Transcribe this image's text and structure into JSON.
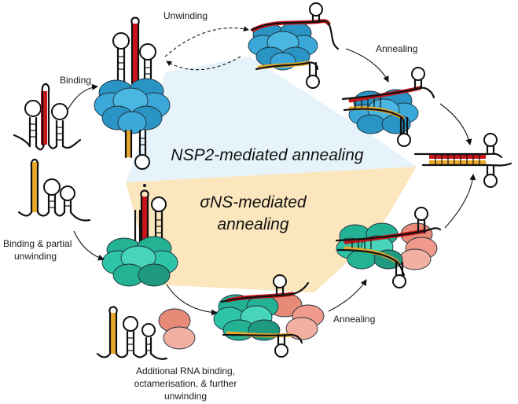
{
  "labels": {
    "unwinding": "Unwinding",
    "annealing_top": "Annealing",
    "binding": "Binding",
    "binding_partial_line1": "Binding & partial",
    "binding_partial_line2": "unwinding",
    "annealing_bottom": "Annealing",
    "additional_line1": "Additional RNA binding,",
    "additional_line2": "octamerisation, & further",
    "additional_line3": "unwinding"
  },
  "regions": {
    "nsp2_title": "NSP2-mediated annealing",
    "sigma_title_line1": "σNS-mediated",
    "sigma_title_line2": "annealing"
  },
  "colors": {
    "nsp2_region": "#e6f3fa",
    "sigma_region": "#fbe6bd",
    "nsp2_protein": "#3aa8d8",
    "sigma_protein": "#2ec4a8",
    "partner_protein": "#ef9a8a",
    "red_strand": "#c8151b",
    "yellow_strand": "#e8a92a"
  }
}
